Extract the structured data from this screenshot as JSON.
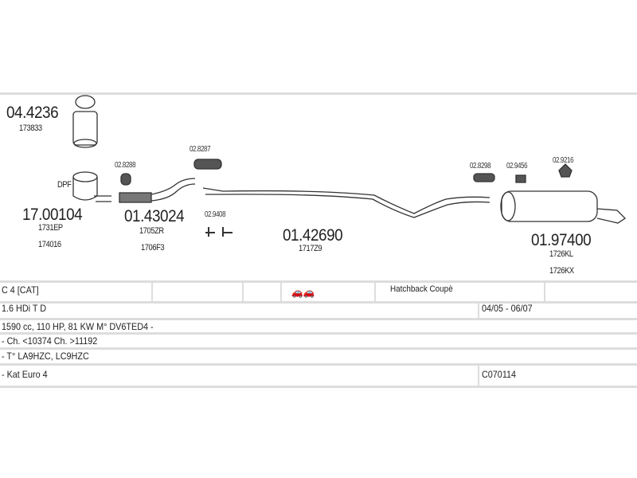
{
  "parts": [
    {
      "code": "04.4236",
      "refs": [
        "173833"
      ]
    },
    {
      "code": "17.00104",
      "refs": [
        "1731EP",
        "174016"
      ],
      "tag": "DPF"
    },
    {
      "code": "01.43024",
      "refs": [
        "1705ZR",
        "1706F3"
      ]
    },
    {
      "code": "01.42690",
      "refs": [
        "1717Z9"
      ]
    },
    {
      "code": "01.97400",
      "refs": [
        "1726KL",
        "1726KX"
      ]
    }
  ],
  "clamps": [
    "02.8288",
    "02.8287",
    "02.9408",
    "02.8298",
    "02.9456",
    "02.9216"
  ],
  "table": {
    "model": "C 4  [CAT]",
    "body": "Hatchback Coupè",
    "engine": "1.6 HDi T D",
    "period": "04/05 - 06/07",
    "spec": "1590 cc, 110 HP, 81 KW M° DV6TED4 -",
    "chassis": "- Ch. <10374  Ch. >11192",
    "type": "- T° LA9HZC, LC9HZC",
    "kat": "- Kat Euro 4",
    "code": "C070114"
  }
}
